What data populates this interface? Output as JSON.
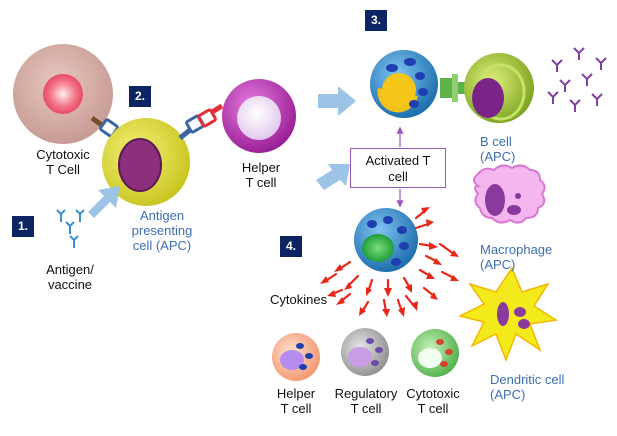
{
  "steps": [
    "1.",
    "2.",
    "3.",
    "4."
  ],
  "labels": {
    "cytotoxic_top": [
      "Cytotoxic",
      "T Cell"
    ],
    "apc": [
      "Antigen",
      "presenting",
      "cell (APC)"
    ],
    "helper_top": [
      "Helper",
      "T cell"
    ],
    "antigen": [
      "Antigen/",
      "vaccine"
    ],
    "activated": [
      "Activated T",
      "cell"
    ],
    "bcell": [
      "B cell",
      "(APC)"
    ],
    "macrophage": [
      "Macrophage",
      "(APC)"
    ],
    "dendritic": [
      "Dendritic cell",
      "(APC)"
    ],
    "cytokines": "Cytokines",
    "helper_bottom": [
      "Helper",
      "T cell"
    ],
    "regulatory": [
      "Regulatory",
      "T cell"
    ],
    "cytotoxic_bottom": [
      "Cytotoxic",
      "T cell"
    ]
  },
  "colors": {
    "step_box": "#0c2461",
    "apc_label": "#3d6fb5",
    "apc_body": "#d4d52a",
    "helper_body": "#b535b5",
    "activated_body": "#3a8fd0",
    "arrow_fill": "#9dc3e6",
    "cytokine": "#e8261a",
    "box_border": "#9b59b6"
  }
}
